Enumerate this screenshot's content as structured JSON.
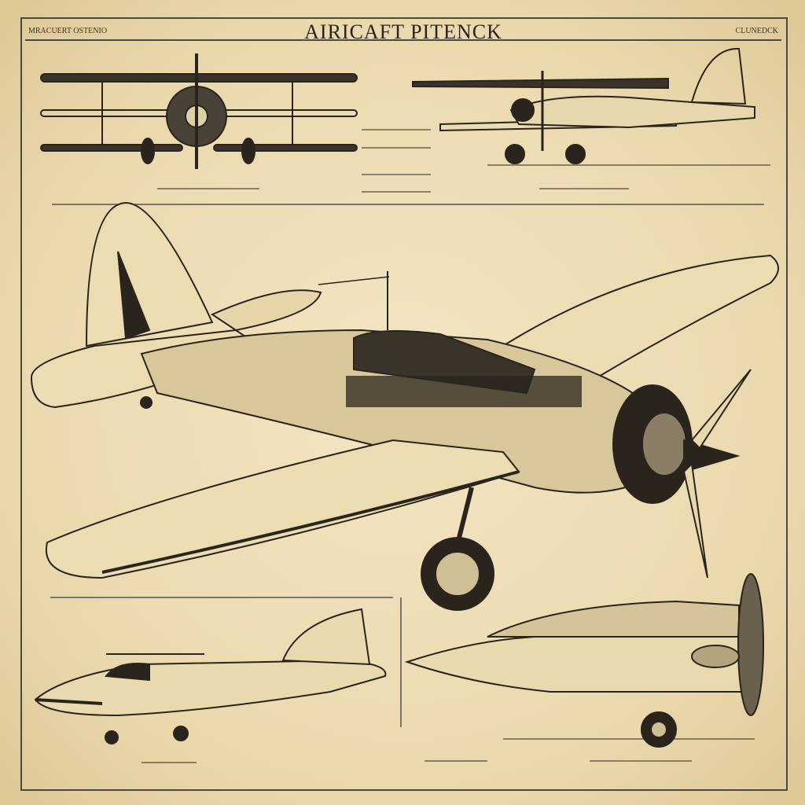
{
  "header": {
    "title": "AIRICAFT PITENCK",
    "left_label": "MRACUERT OSTENIO",
    "right_label": "CLUNEDCK"
  },
  "colors": {
    "paper": "#f3e6c4",
    "ink": "#2a241c",
    "frame": "#4a4a44"
  },
  "views": [
    {
      "name": "front-view-biplane"
    },
    {
      "name": "side-view-biplane"
    },
    {
      "name": "perspective-view-monoplane"
    },
    {
      "name": "side-view-jet"
    },
    {
      "name": "side-view-fuselage"
    }
  ]
}
